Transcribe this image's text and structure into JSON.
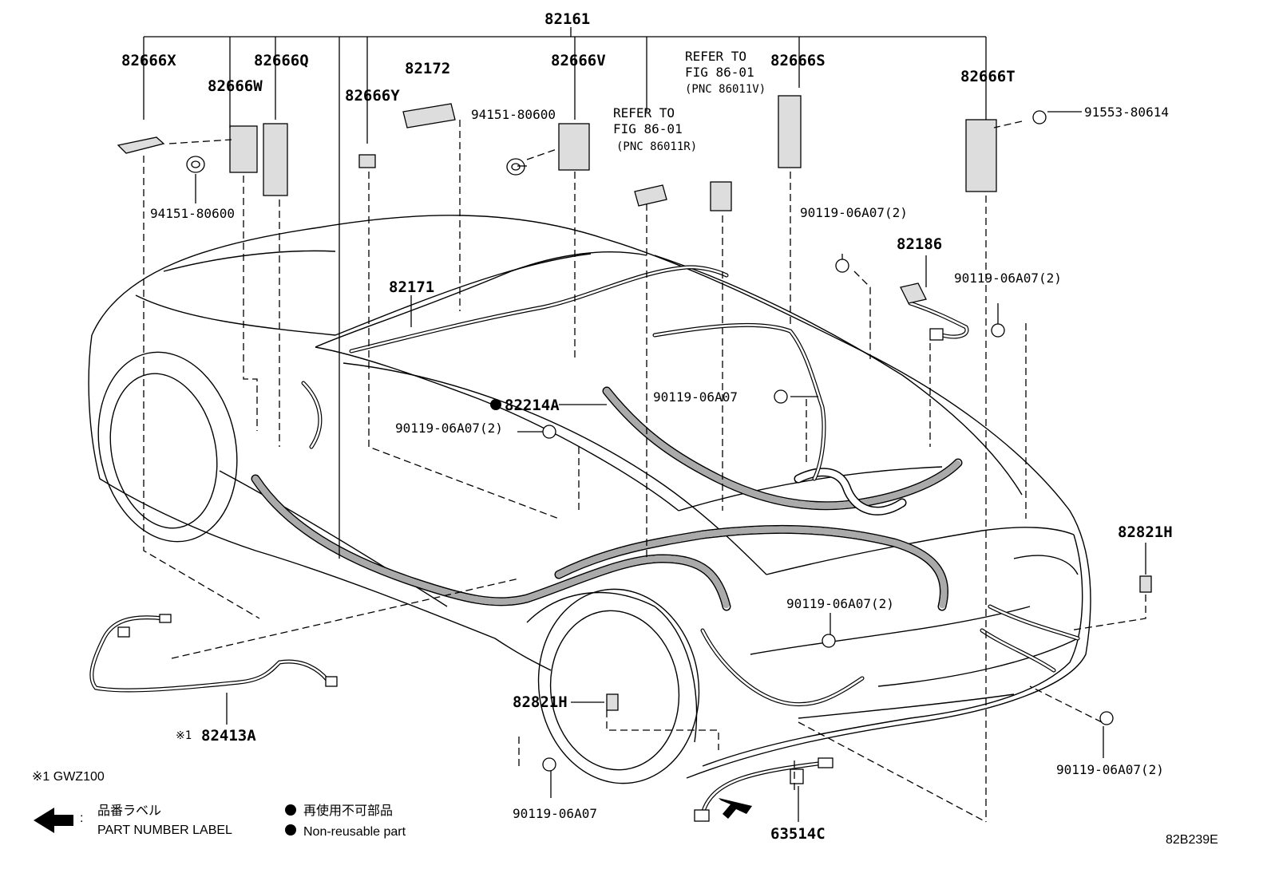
{
  "diagram_code": "82B239E",
  "labels": {
    "main_harness": "82161",
    "clamp_x": "82666X",
    "clamp_w": "82666W",
    "clamp_q": "82666Q",
    "clamp_y": "82666Y",
    "floor_wire": "82172",
    "clamp_v": "82666V",
    "clamp_s": "82666S",
    "clamp_t": "82666T",
    "grommet_left": "94151-80600",
    "grommet_mid": "94151-80600",
    "bolt_top_right": "91553-80614",
    "roof_wire": "82171",
    "sub_wire_right": "82186",
    "protector": "82214A",
    "bolt_a": "90119-06A07(2)",
    "bolt_b": "90119-06A07(2)",
    "bolt_c": "90119-06A07",
    "bolt_d": "90119-06A07(2)",
    "bolt_e": "90119-06A07(2)",
    "bolt_f": "90119-06A07(2)",
    "bolt_g": "90119-06A07",
    "junction_right": "82821H",
    "junction_lower": "82821H",
    "antenna_wire": "82413A",
    "antenna_wire_mark": "※1",
    "cord": "63514C"
  },
  "refer_1": {
    "line1": "REFER TO",
    "line2": "FIG 86-01",
    "line3": "(PNC 86011V)"
  },
  "refer_2": {
    "line1": "REFER TO",
    "line2": "FIG 86-01",
    "line3": "(PNC 86011R)"
  },
  "footnote": "※1 GWZ100",
  "legend": {
    "label_jp": "品番ラベル",
    "label_en": "PART NUMBER LABEL",
    "colon": ":",
    "nonreuse_jp": "再使用不可部品",
    "nonreuse_en": "Non-reusable part"
  }
}
